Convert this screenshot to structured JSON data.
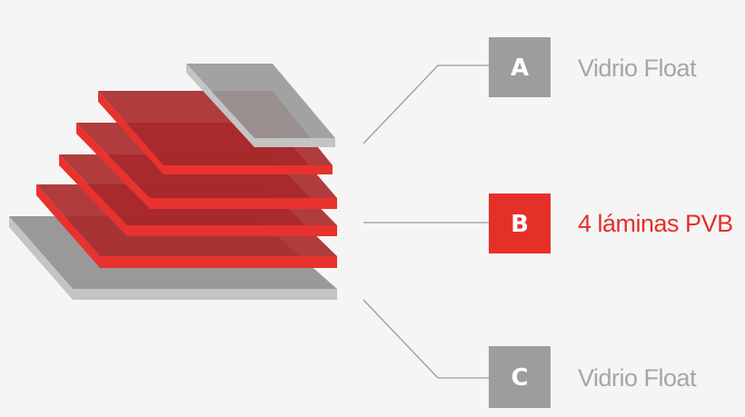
{
  "colors": {
    "background": "#f5f5f5",
    "glass_face": "#999999",
    "glass_edge": "#c4c4c4",
    "pvb_face": "#a8282a",
    "pvb_edge": "#e8322e",
    "connector": "#9a9a9a",
    "badge_gray": "#9d9d9d",
    "badge_red": "#e53029",
    "label_gray": "#a6a6a6",
    "label_red": "#e53029"
  },
  "layers": [
    {
      "id": "A",
      "material": "Vidrio Float"
    },
    {
      "id": "B",
      "material": "4 láminas PVB"
    },
    {
      "id": "C",
      "material": "Vidrio Float"
    }
  ]
}
